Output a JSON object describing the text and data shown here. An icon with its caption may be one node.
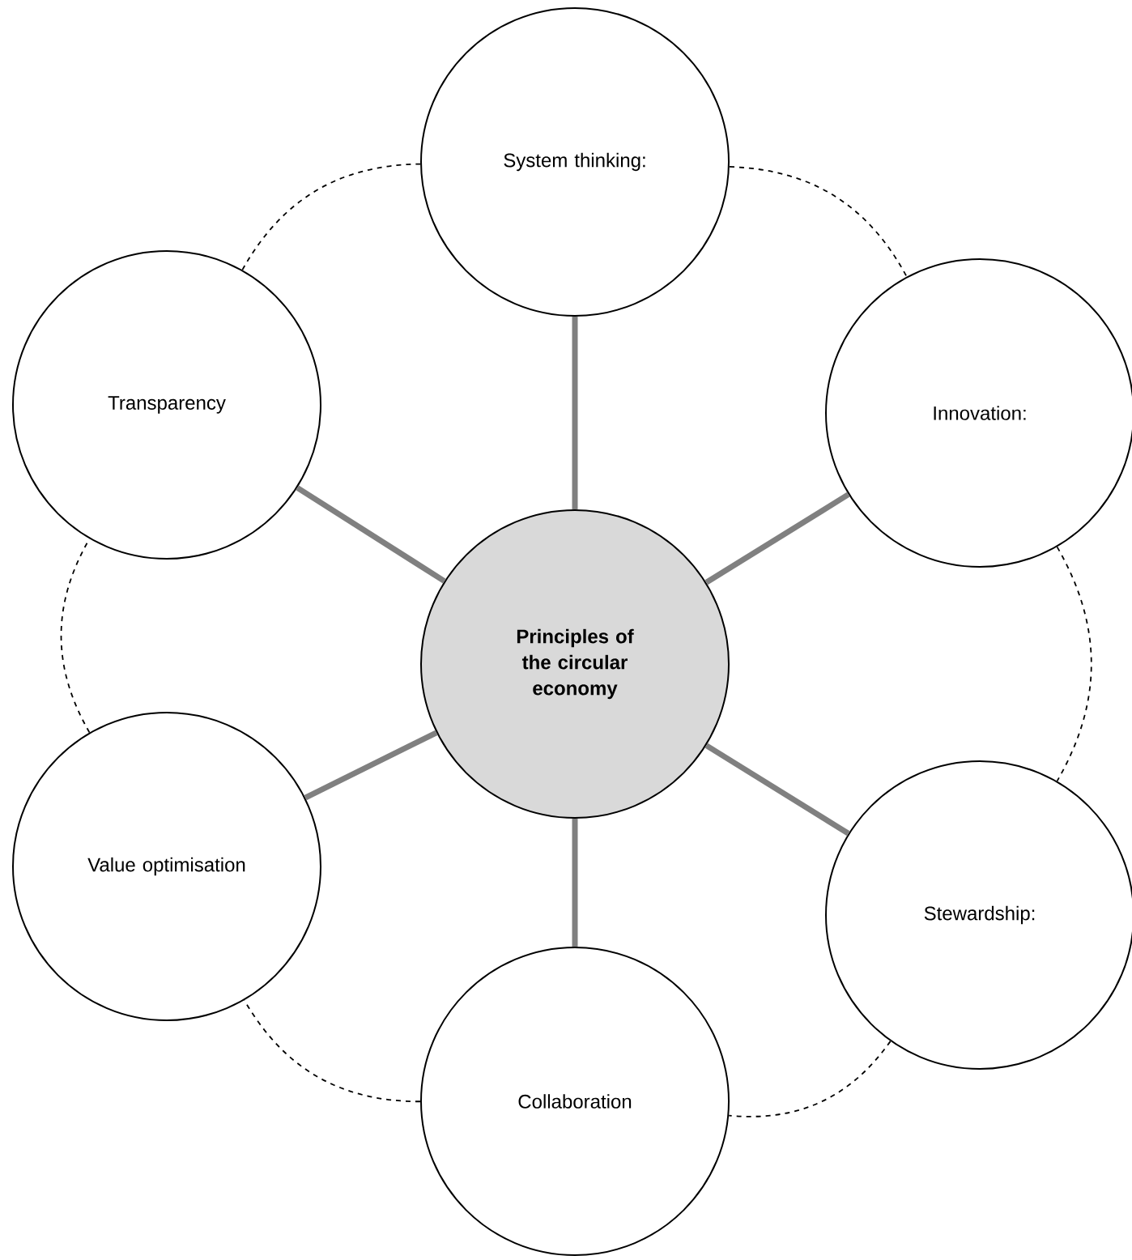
{
  "diagram": {
    "nodes": [
      {
        "text": [
          "**Principles of the circular economy**"
        ]
      },
      {
        "text": [
          "System thinking:"
        ]
      },
      {
        "text": [
          "Innovation:"
        ]
      },
      {
        "text": [
          "Stewardship:"
        ]
      },
      {
        "text": [
          "Collaboration"
        ]
      },
      {
        "text": [
          "Value optimisation"
        ]
      },
      {
        "text": [
          "Transparency"
        ]
      }
    ],
    "edges": [
      {
        "from": 0,
        "to": 1,
        "arrow": "none",
        "style": "thick",
        "color": "#808080"
      },
      {
        "from": 0,
        "to": 2,
        "arrow": "none",
        "style": "thick",
        "color": "#808080"
      },
      {
        "from": 0,
        "to": 3,
        "arrow": "none",
        "style": "thick",
        "color": "#808080"
      },
      {
        "from": 0,
        "to": 4,
        "arrow": "none",
        "style": "thick",
        "color": "#808080"
      },
      {
        "from": 0,
        "to": 5,
        "arrow": "none",
        "style": "thick",
        "color": "#808080"
      },
      {
        "from": 0,
        "to": 6,
        "arrow": "none",
        "style": "thick",
        "color": "#808080"
      },
      {
        "from": 1,
        "to": 2,
        "arrow": "none",
        "style": "dashed",
        "color": "#000000"
      },
      {
        "from": 2,
        "to": 3,
        "arrow": "none",
        "style": "dashed",
        "color": "#000000"
      },
      {
        "from": 3,
        "to": 4,
        "arrow": "none",
        "style": "dashed",
        "color": "#000000"
      },
      {
        "from": 4,
        "to": 5,
        "arrow": "none",
        "style": "dashed",
        "color": "#000000"
      },
      {
        "from": 5,
        "to": 6,
        "arrow": "none",
        "style": "dashed",
        "color": "#000000"
      },
      {
        "from": 6,
        "to": 1,
        "arrow": "none",
        "style": "dashed",
        "color": "#000000"
      }
    ]
  }
}
